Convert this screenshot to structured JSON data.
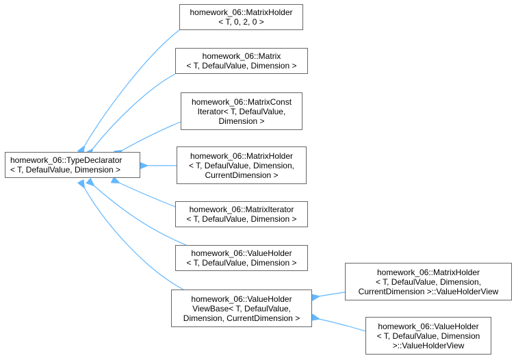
{
  "diagram": {
    "edge_color": "#63b8ff",
    "node_border_color": "#666666",
    "base": {
      "lines": [
        "homework_06::TypeDeclarator",
        "< T, DefaulValue, Dimension >"
      ]
    },
    "derived": [
      {
        "id": "matrix-holder-t020",
        "lines": [
          "homework_06::MatrixHolder",
          "< T, 0, 2, 0 >"
        ]
      },
      {
        "id": "matrix",
        "lines": [
          "homework_06::Matrix",
          "< T, DefaulValue, Dimension >"
        ]
      },
      {
        "id": "matrix-const-iterator",
        "lines": [
          "homework_06::MatrixConst",
          "Iterator< T, DefaulValue,",
          "Dimension >"
        ]
      },
      {
        "id": "matrix-holder",
        "lines": [
          "homework_06::MatrixHolder",
          "< T, DefaulValue, Dimension,",
          "CurrentDimension >"
        ]
      },
      {
        "id": "matrix-iterator",
        "lines": [
          "homework_06::MatrixIterator",
          "< T, DefaulValue, Dimension >"
        ]
      },
      {
        "id": "value-holder",
        "lines": [
          "homework_06::ValueHolder",
          "< T, DefaulValue, Dimension >"
        ]
      },
      {
        "id": "value-holder-view-base",
        "lines": [
          "homework_06::ValueHolder",
          "ViewBase< T, DefaulValue,",
          "Dimension, CurrentDimension >"
        ]
      }
    ],
    "view_derived": [
      {
        "id": "matrix-holder-value-holder-view",
        "lines": [
          "homework_06::MatrixHolder",
          "< T, DefaulValue, Dimension,",
          "CurrentDimension >::ValueHolderView"
        ]
      },
      {
        "id": "value-holder-value-holder-view",
        "lines": [
          "homework_06::ValueHolder",
          "< T, DefaulValue, Dimension",
          ">::ValueHolderView"
        ]
      }
    ]
  }
}
